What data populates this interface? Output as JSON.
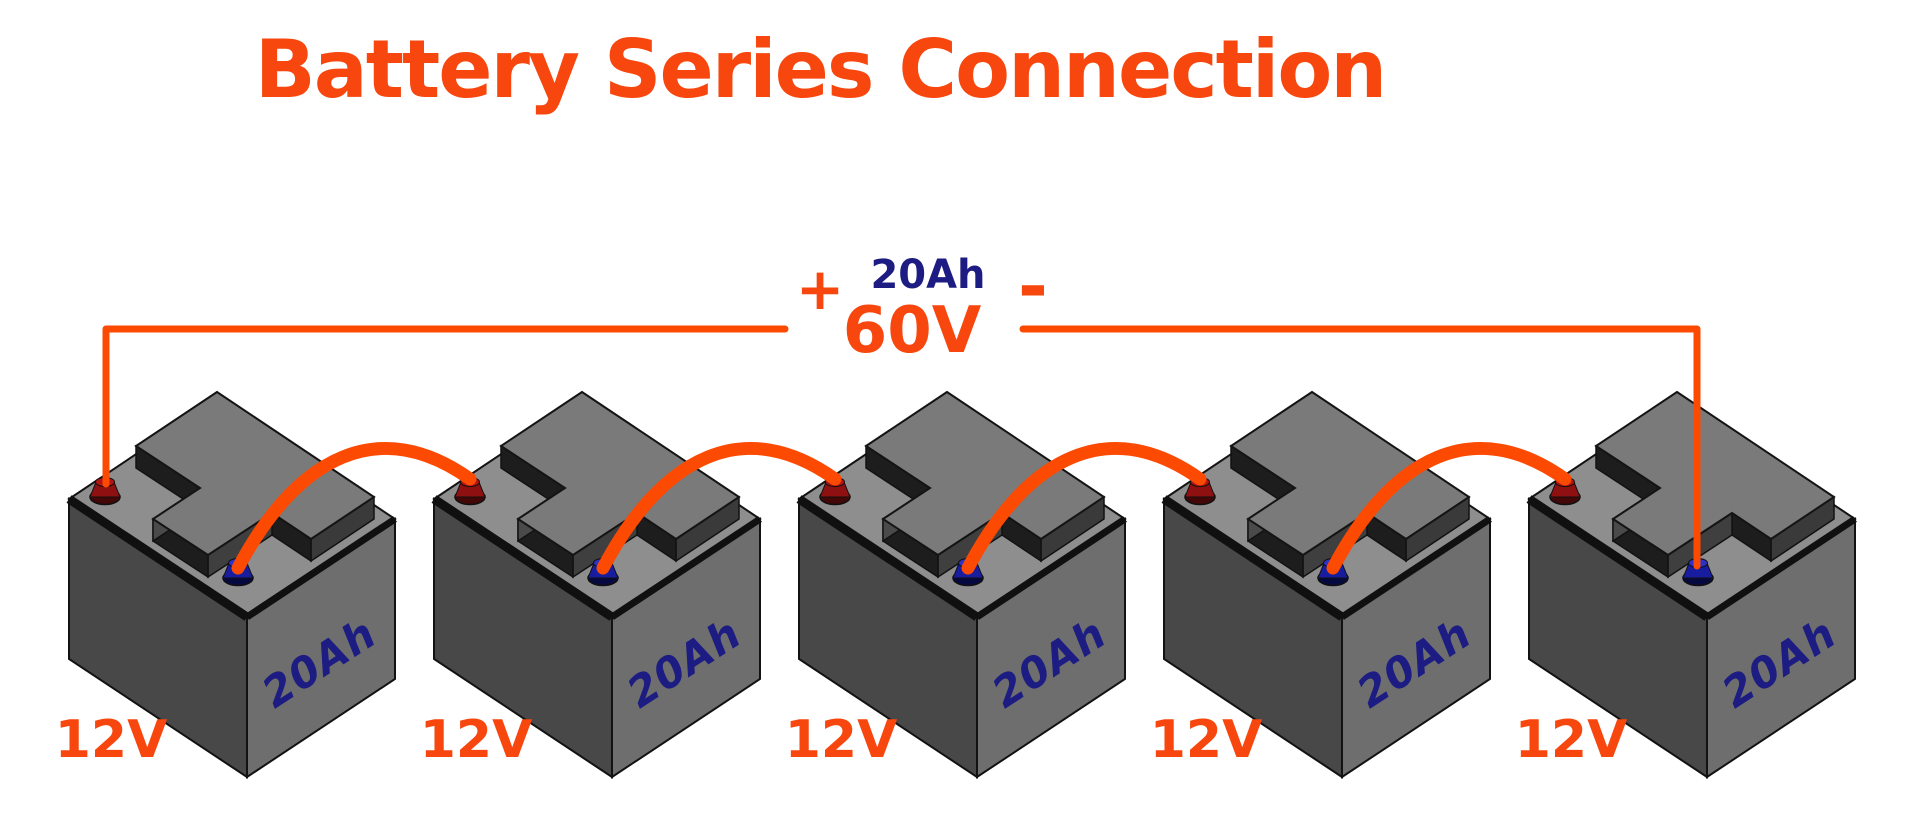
{
  "title": "Battery Series Connection",
  "output": {
    "polarity_positive": "+",
    "polarity_negative": "-",
    "capacity": "20Ah",
    "voltage": "60V"
  },
  "batteries": [
    {
      "voltage": "12V",
      "capacity": "20Ah"
    },
    {
      "voltage": "12V",
      "capacity": "20Ah"
    },
    {
      "voltage": "12V",
      "capacity": "20Ah"
    },
    {
      "voltage": "12V",
      "capacity": "20Ah"
    },
    {
      "voltage": "12V",
      "capacity": "20Ah"
    }
  ],
  "colors": {
    "accent_orange": "#F8470E",
    "wire_orange": "#FC4A02",
    "label_navy": "#1C1C82",
    "battery_top_gray": "#8E8E8E",
    "battery_left_gray": "#484848",
    "battery_right_gray": "#6E6E6E",
    "terminal_positive_red": "#8E1010",
    "terminal_negative_blue": "#181DA0"
  }
}
